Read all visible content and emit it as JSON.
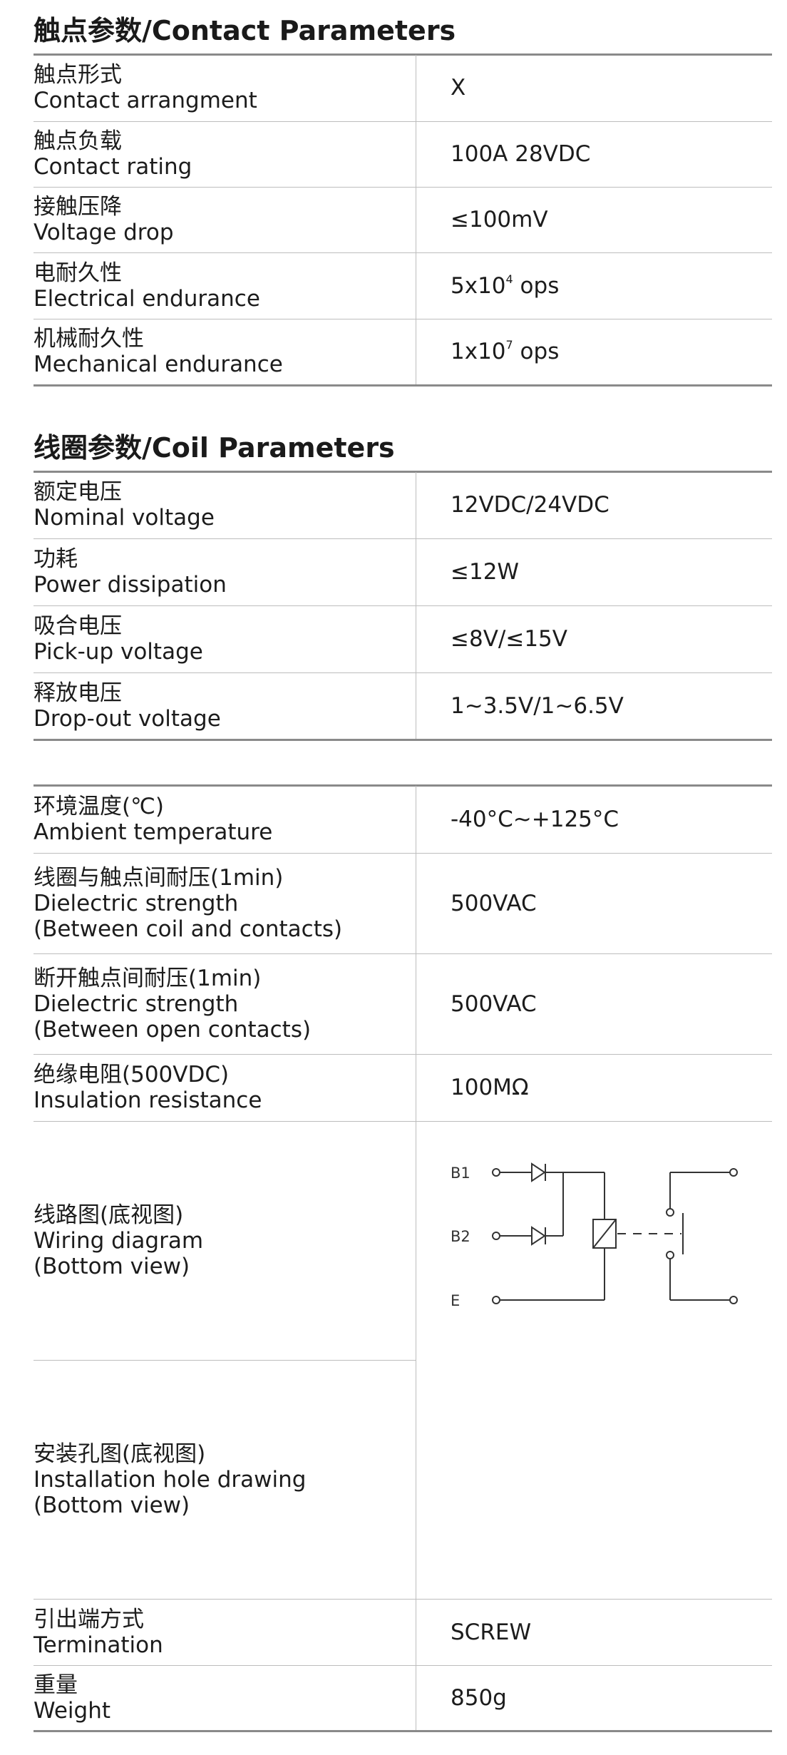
{
  "contact": {
    "title": "触点参数/Contact Parameters",
    "rows": [
      {
        "zh": "触点形式",
        "en": "Contact arrangment",
        "value": "X"
      },
      {
        "zh": "触点负载",
        "en": "Contact rating",
        "value": "100A 28VDC"
      },
      {
        "zh": "接触压降",
        "en": "Voltage drop",
        "value": "≤100mV"
      },
      {
        "zh": "电耐久性",
        "en": "Electrical endurance",
        "value_base": "5x10",
        "value_exp": "4",
        "value_unit": " ops"
      },
      {
        "zh": "机械耐久性",
        "en": "Mechanical endurance",
        "value_base": "1x10",
        "value_exp": "7",
        "value_unit": " ops"
      }
    ]
  },
  "coil": {
    "title": "线圈参数/Coil Parameters",
    "rows": [
      {
        "zh": "额定电压",
        "en": "Nominal voltage",
        "value": "12VDC/24VDC"
      },
      {
        "zh": "功耗",
        "en": "Power dissipation",
        "value": "≤12W"
      },
      {
        "zh": "吸合电压",
        "en": "Pick-up voltage",
        "value": "≤8V/≤15V"
      },
      {
        "zh": "释放电压",
        "en": "Drop-out voltage",
        "value": "1~3.5V/1~6.5V"
      }
    ]
  },
  "other": {
    "rows": [
      {
        "zh": "环境温度(℃)",
        "en": "Ambient temperature",
        "value": "-40°C~+125°C"
      },
      {
        "zh": "线圈与触点间耐压(1min)",
        "en": "Dielectric strength",
        "en2": "(Between coil and contacts)",
        "value": "500VAC"
      },
      {
        "zh": "断开触点间耐压(1min)",
        "en": "Dielectric strength",
        "en2": "(Between open contacts)",
        "value": "500VAC"
      },
      {
        "zh": "绝缘电阻(500VDC)",
        "en": "Insulation resistance",
        "value": "100MΩ"
      }
    ],
    "wiring": {
      "zh": "线路图(底视图)",
      "en": "Wiring diagram",
      "en2": "(Bottom view)",
      "pins": [
        "B1",
        "B2",
        "E"
      ]
    },
    "install": {
      "zh": "安装孔图(底视图)",
      "en": "Installation hole drawing",
      "en2": "(Bottom view)"
    },
    "tail_rows": [
      {
        "zh": "引出端方式",
        "en": "Termination",
        "value": "SCREW"
      },
      {
        "zh": "重量",
        "en": "Weight",
        "value": "850g"
      }
    ]
  }
}
